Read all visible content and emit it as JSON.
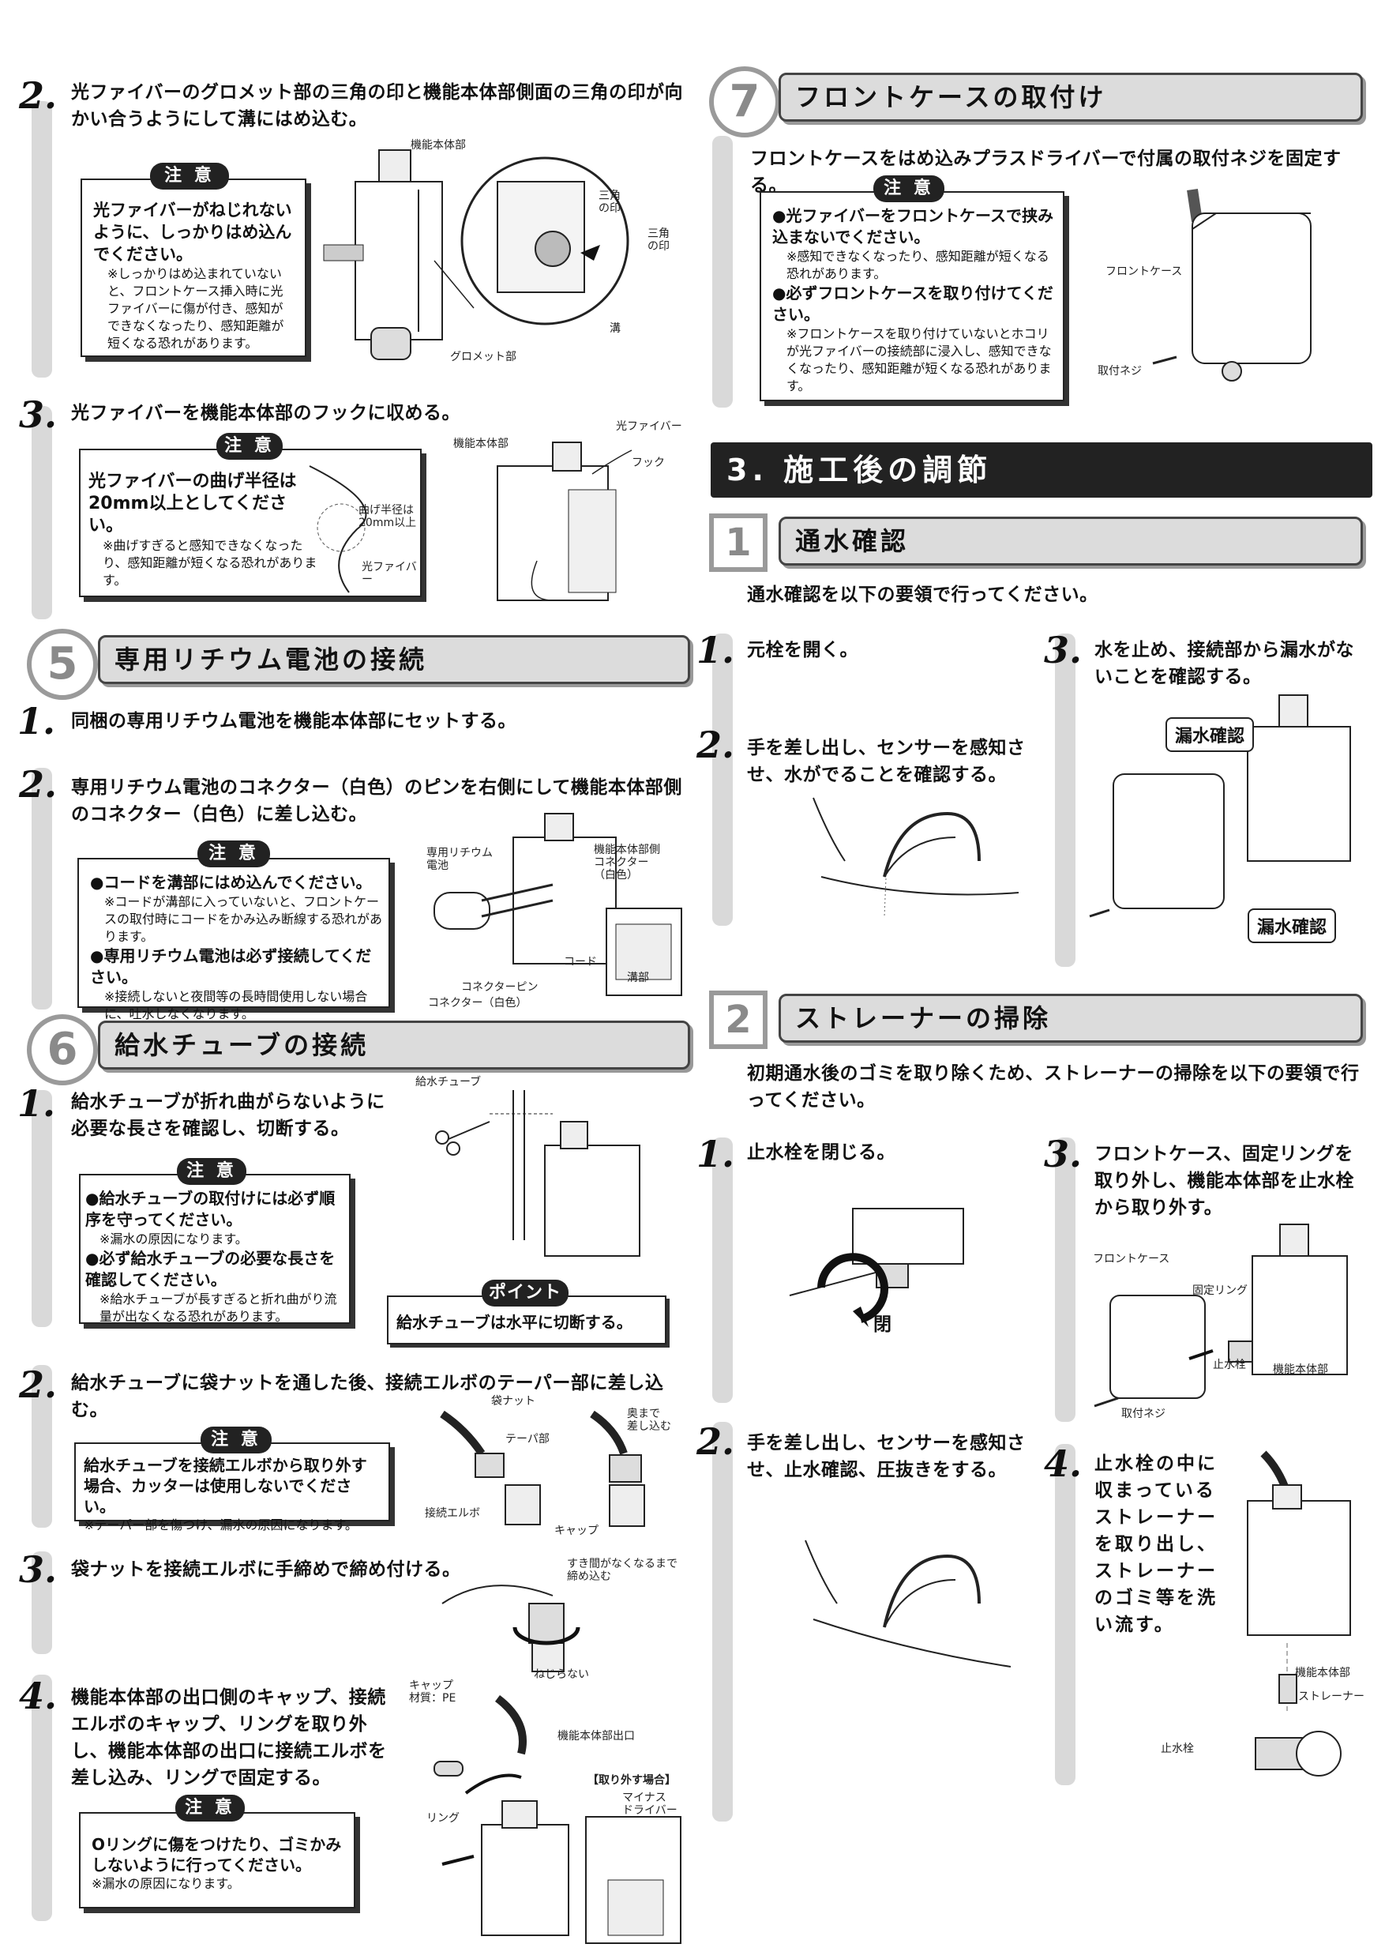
{
  "left": {
    "s2": {
      "num": "2.",
      "text": "光ファイバーのグロメット部の三角の印と機能本体部側面の三角の印が向かい合うようにして溝にはめ込む。",
      "caution": {
        "tag": "注 意",
        "title": "光ファイバーがねじれないように、しっかりはめ込んでください。",
        "note": "※しっかりはめ込まれていないと、フロントケース挿入時に光ファイバーに傷が付き、感知ができなくなったり、感知距離が短くなる恐れがあります。"
      },
      "labels": {
        "body": "機能本体部",
        "tri1": "三角\nの印",
        "tri2": "三角\nの印",
        "groove": "溝",
        "grommet": "グロメット部"
      }
    },
    "s3": {
      "num": "3.",
      "text": "光ファイバーを機能本体部のフックに収める。",
      "caution": {
        "tag": "注 意",
        "title": "光ファイバーの曲げ半径は20mm以上としてください。",
        "note": "※曲げすぎると感知できなくなったり、感知距離が短くなる恐れがあります。",
        "radius": "曲げ半径は\n20mm以上",
        "fiber": "光ファイバー"
      },
      "labels": {
        "body": "機能本体部",
        "fiber": "光ファイバー",
        "hook": "フック"
      }
    },
    "sec5": {
      "num": "5",
      "title": "専用リチウム電池の接続",
      "s1": {
        "num": "1.",
        "text": "同梱の専用リチウム電池を機能本体部にセットする。"
      },
      "s2": {
        "num": "2.",
        "text": "専用リチウム電池のコネクター（白色）のピンを右側にして機能本体部側のコネクター（白色）に差し込む。",
        "caution": {
          "tag": "注 意",
          "w1": "●コードを溝部にはめ込んでください。",
          "n1": "※コードが溝部に入っていないと、フロントケースの取付時にコードをかみ込み断線する恐れがあります。",
          "w2": "●専用リチウム電池は必ず接続してください。",
          "n2": "※接続しないと夜間等の長時間使用しない場合に、吐水しなくなります。"
        },
        "labels": {
          "battery": "専用リチウム\n電池",
          "bodyconn": "機能本体部側\nコネクター\n（白色）",
          "cord": "コード",
          "groove": "溝部",
          "pin": "コネクターピン",
          "conn": "コネクター（白色）"
        }
      }
    },
    "sec6": {
      "num": "6",
      "title": "給水チューブの接続",
      "s1": {
        "num": "1.",
        "text": "給水チューブが折れ曲がらないように必要な長さを確認し、切断する。",
        "caution": {
          "tag": "注 意",
          "w1": "●給水チューブの取付けには必ず順序を守ってください。",
          "n1": "※漏水の原因になります。",
          "w2": "●必ず給水チューブの必要な長さを確認してください。",
          "n2": "※給水チューブが長すぎると折れ曲がり流量が出なくなる恐れがあります。"
        },
        "point": {
          "tag": "ポイント",
          "text": "給水チューブは水平に切断する。"
        },
        "labels": {
          "tube": "給水チューブ"
        }
      },
      "s2": {
        "num": "2.",
        "text": "給水チューブに袋ナットを通した後、接続エルボのテーパー部に差し込む。",
        "caution": {
          "tag": "注 意",
          "title": "給水チューブを接続エルボから取り外す場合、カッターは使用しないでください。",
          "note": "※テーパー部を傷つけ、漏水の原因になります。"
        },
        "labels": {
          "nut": "袋ナット",
          "taper": "テーパ部",
          "deep": "奥まで\n差し込む",
          "elbow": "接続エルボ",
          "cap": "キャップ"
        }
      },
      "s3": {
        "num": "3.",
        "text": "袋ナットを接続エルボに手締めで締め付ける。",
        "labels": {
          "tight": "すき間がなくなるまで\n締め込む"
        }
      },
      "s4": {
        "num": "4.",
        "text": "機能本体部の出口側のキャップ、接続エルボのキャップ、リングを取り外し、機能本体部の出口に接続エルボを差し込み、リングで固定する。",
        "caution": {
          "tag": "注 意",
          "title": "Oリングに傷をつけたり、ゴミかみしないように行ってください。",
          "note": "※漏水の原因になります。"
        },
        "labels": {
          "cap": "キャップ\n材質：PE",
          "notwist": "ねじらない",
          "outlet": "機能本体部出口",
          "ring": "リング",
          "remove": "【取り外す場合】",
          "driver": "マイナス\nドライバー"
        }
      }
    }
  },
  "right": {
    "sec7": {
      "num": "7",
      "title": "フロントケースの取付け",
      "text": "フロントケースをはめ込みプラスドライバーで付属の取付ネジを固定する。",
      "caution": {
        "tag": "注 意",
        "w1": "●光ファイバーをフロントケースで挟み込まないでください。",
        "n1": "※感知できなくなったり、感知距離が短くなる恐れがあります。",
        "w2": "●必ずフロントケースを取り付けてください。",
        "n2": "※フロントケースを取り付けていないとホコリが光ファイバーの接続部に浸入し、感知できなくなったり、感知距離が短くなる恐れがあります。"
      },
      "labels": {
        "front": "フロントケース",
        "screw": "取付ネジ"
      }
    },
    "sec3": {
      "title": "3. 施工後の調節"
    },
    "sub1": {
      "num": "1",
      "title": "通水確認",
      "intro": "通水確認を以下の要領で行ってください。",
      "s1": {
        "num": "1.",
        "text": "元栓を開く。"
      },
      "s2": {
        "num": "2.",
        "text": "手を差し出し、センサーを感知させ、水がでることを確認する。"
      },
      "s3": {
        "num": "3.",
        "text": "水を止め、接続部から漏水がないことを確認する。",
        "check1": "漏水確認",
        "check2": "漏水確認"
      }
    },
    "sub2": {
      "num": "2",
      "title": "ストレーナーの掃除",
      "intro": "初期通水後のゴミを取り除くため、ストレーナーの掃除を以下の要領で行ってください。",
      "s1": {
        "num": "1.",
        "text": "止水栓を閉じる。",
        "close": "閉"
      },
      "s2": {
        "num": "2.",
        "text": "手を差し出し、センサーを感知させ、止水確認、圧抜きをする。"
      },
      "s3": {
        "num": "3.",
        "text": "フロントケース、固定リングを取り外し、機能本体部を止水栓から取り外す。",
        "labels": {
          "front": "フロントケース",
          "ring": "固定リング",
          "valve": "止水栓",
          "body": "機能本体部",
          "screw": "取付ネジ"
        }
      },
      "s4": {
        "num": "4.",
        "text": "止水栓の中に収まっているストレーナーを取り出し、ストレーナーのゴミ等を洗い流す。",
        "labels": {
          "body": "機能本体部",
          "strainer": "ストレーナー",
          "valve": "止水栓"
        }
      }
    }
  }
}
